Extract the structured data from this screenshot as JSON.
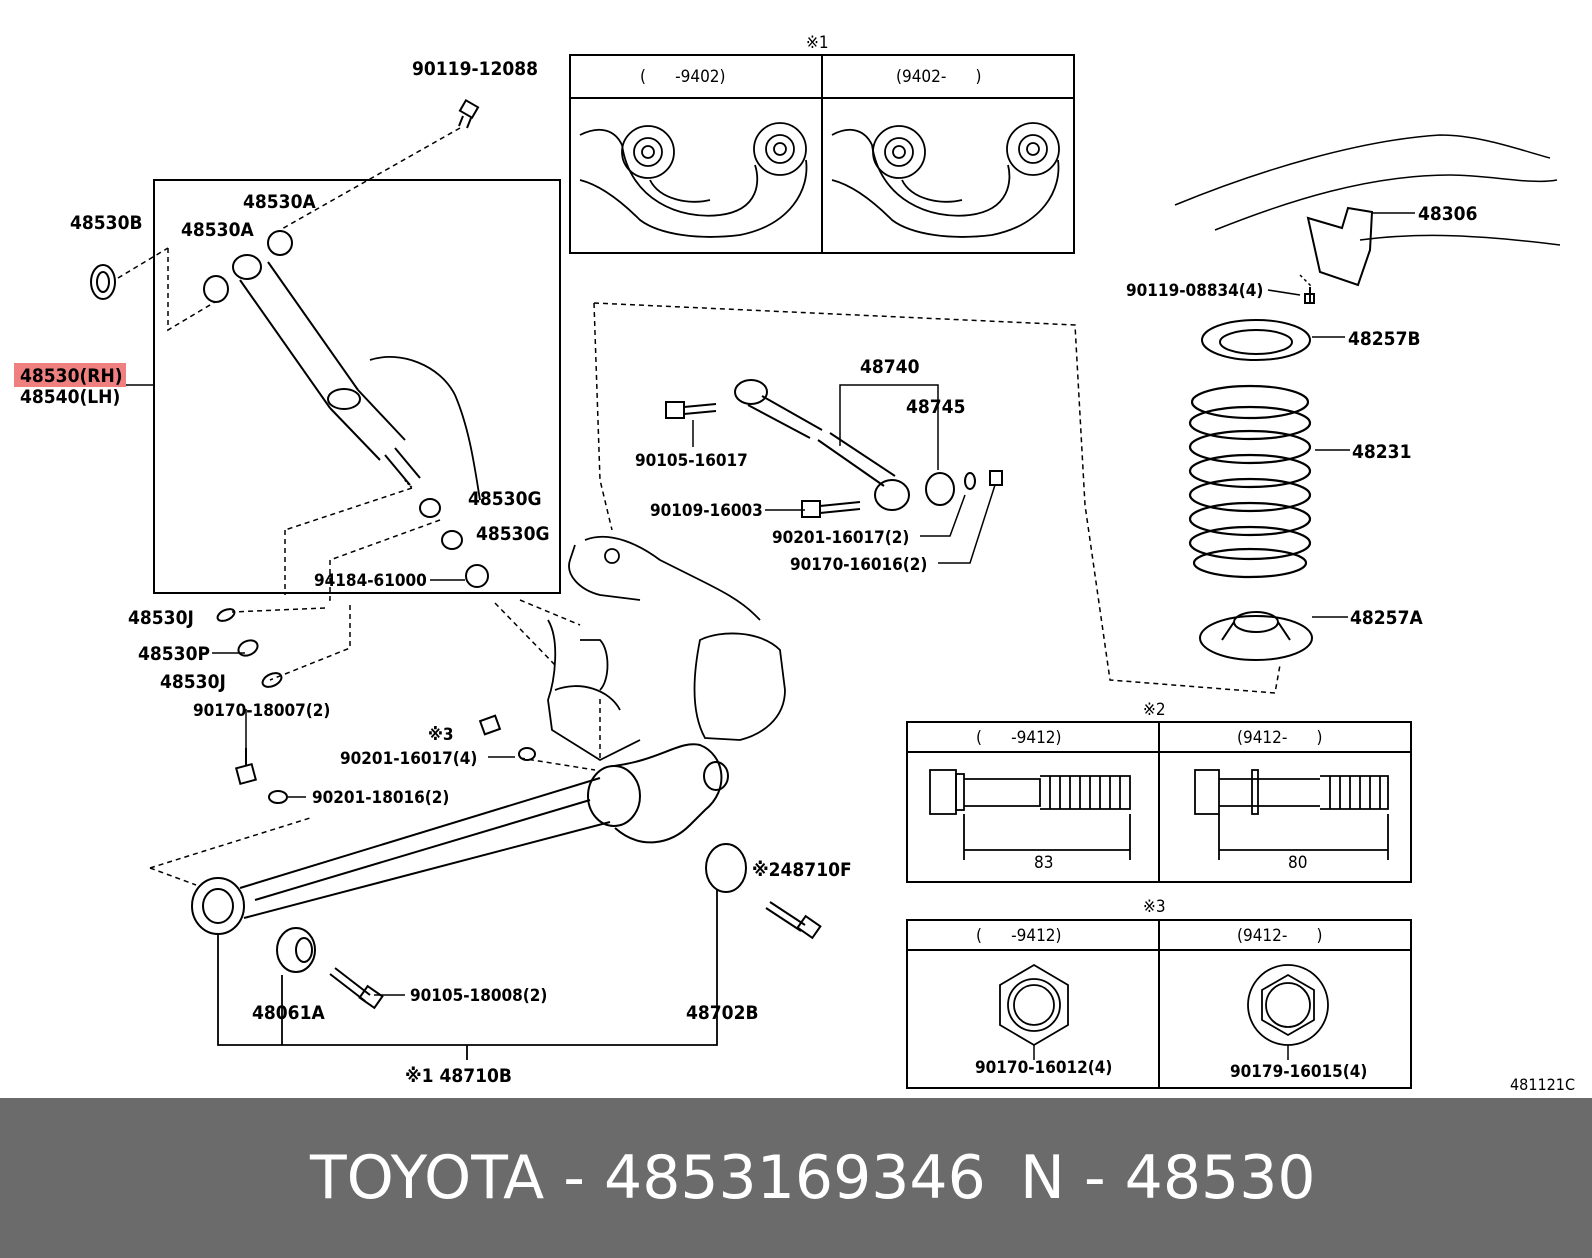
{
  "diagram": {
    "code": "481121C",
    "labels": {
      "bolt_top": "90119-12088",
      "cushion_outer": "48530B",
      "cushion_upper_a": "48530A",
      "cushion_inner_a": "48530A",
      "shock_rh": "48530(RH)",
      "shock_lh": "48540(LH)",
      "cushion_g1": "48530G",
      "cushion_g2": "48530G",
      "nut_lower": "94184-61000",
      "retainer_j1": "48530J",
      "retainer_p": "48530P",
      "retainer_j2": "48530J",
      "nut_18007": "90170-18007(2)",
      "mark3_small": "※3",
      "washer_16017_4": "90201-16017(4)",
      "washer_18016": "90201-18016(2)",
      "bolt_18008": "90105-18008(2)",
      "bushing_48061a": "48061A",
      "bushing_48702b": "48702B",
      "bolt_48710f": "※248710F",
      "arm_48710b": "※1 48710B",
      "rod_48740": "48740",
      "rod_48745": "48745",
      "bolt_16017": "90105-16017",
      "bolt_16003": "90109-16003",
      "washer_16017_2": "90201-16017(2)",
      "nut_16016": "90170-16016(2)",
      "bracket_48306": "48306",
      "bolt_08834": "90119-08834(4)",
      "insulator_48257b": "48257B",
      "spring_48231": "48231",
      "insulator_48257a": "48257A"
    },
    "inset1": {
      "mark": "※1",
      "left_header": "(      -9402)",
      "right_header": "(9402-      )"
    },
    "inset2": {
      "mark": "※2",
      "left_header": "(      -9412)",
      "right_header": "(9412-      )",
      "left_dim": "83",
      "right_dim": "80"
    },
    "inset3": {
      "mark": "※3",
      "left_header": "(      -9412)",
      "right_header": "(9412-      )",
      "left_part": "90170-16012(4)",
      "right_part": "90179-16015(4)"
    }
  },
  "footer": {
    "brand_part": "TOYOTA - 4853169346",
    "n_part": "N - 48530"
  },
  "colors": {
    "highlight": "#f08080",
    "footer_bg": "#6b6b6b",
    "line": "#000000"
  }
}
